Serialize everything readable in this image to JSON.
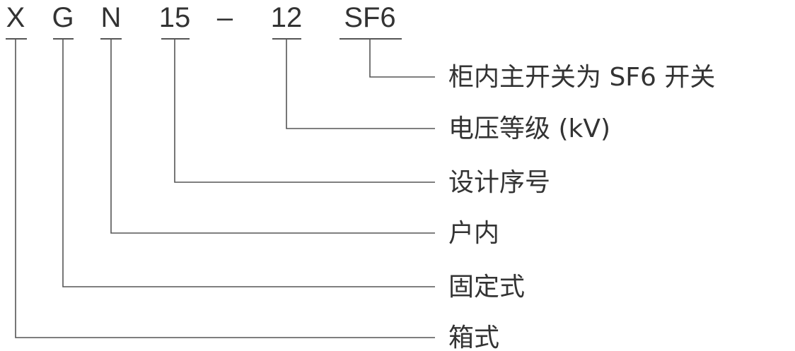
{
  "code_parts": {
    "p1": "X",
    "p2": "G",
    "p3": "N",
    "p4": "15",
    "p5": "–",
    "p6": "12",
    "p7": "SF6"
  },
  "descriptions": {
    "sf6": "柜内主开关为 SF6 开关",
    "voltage": "电压等级 (kV)",
    "design": "设计序号",
    "indoor": "户内",
    "fixed": "固定式",
    "box": "箱式"
  }
}
